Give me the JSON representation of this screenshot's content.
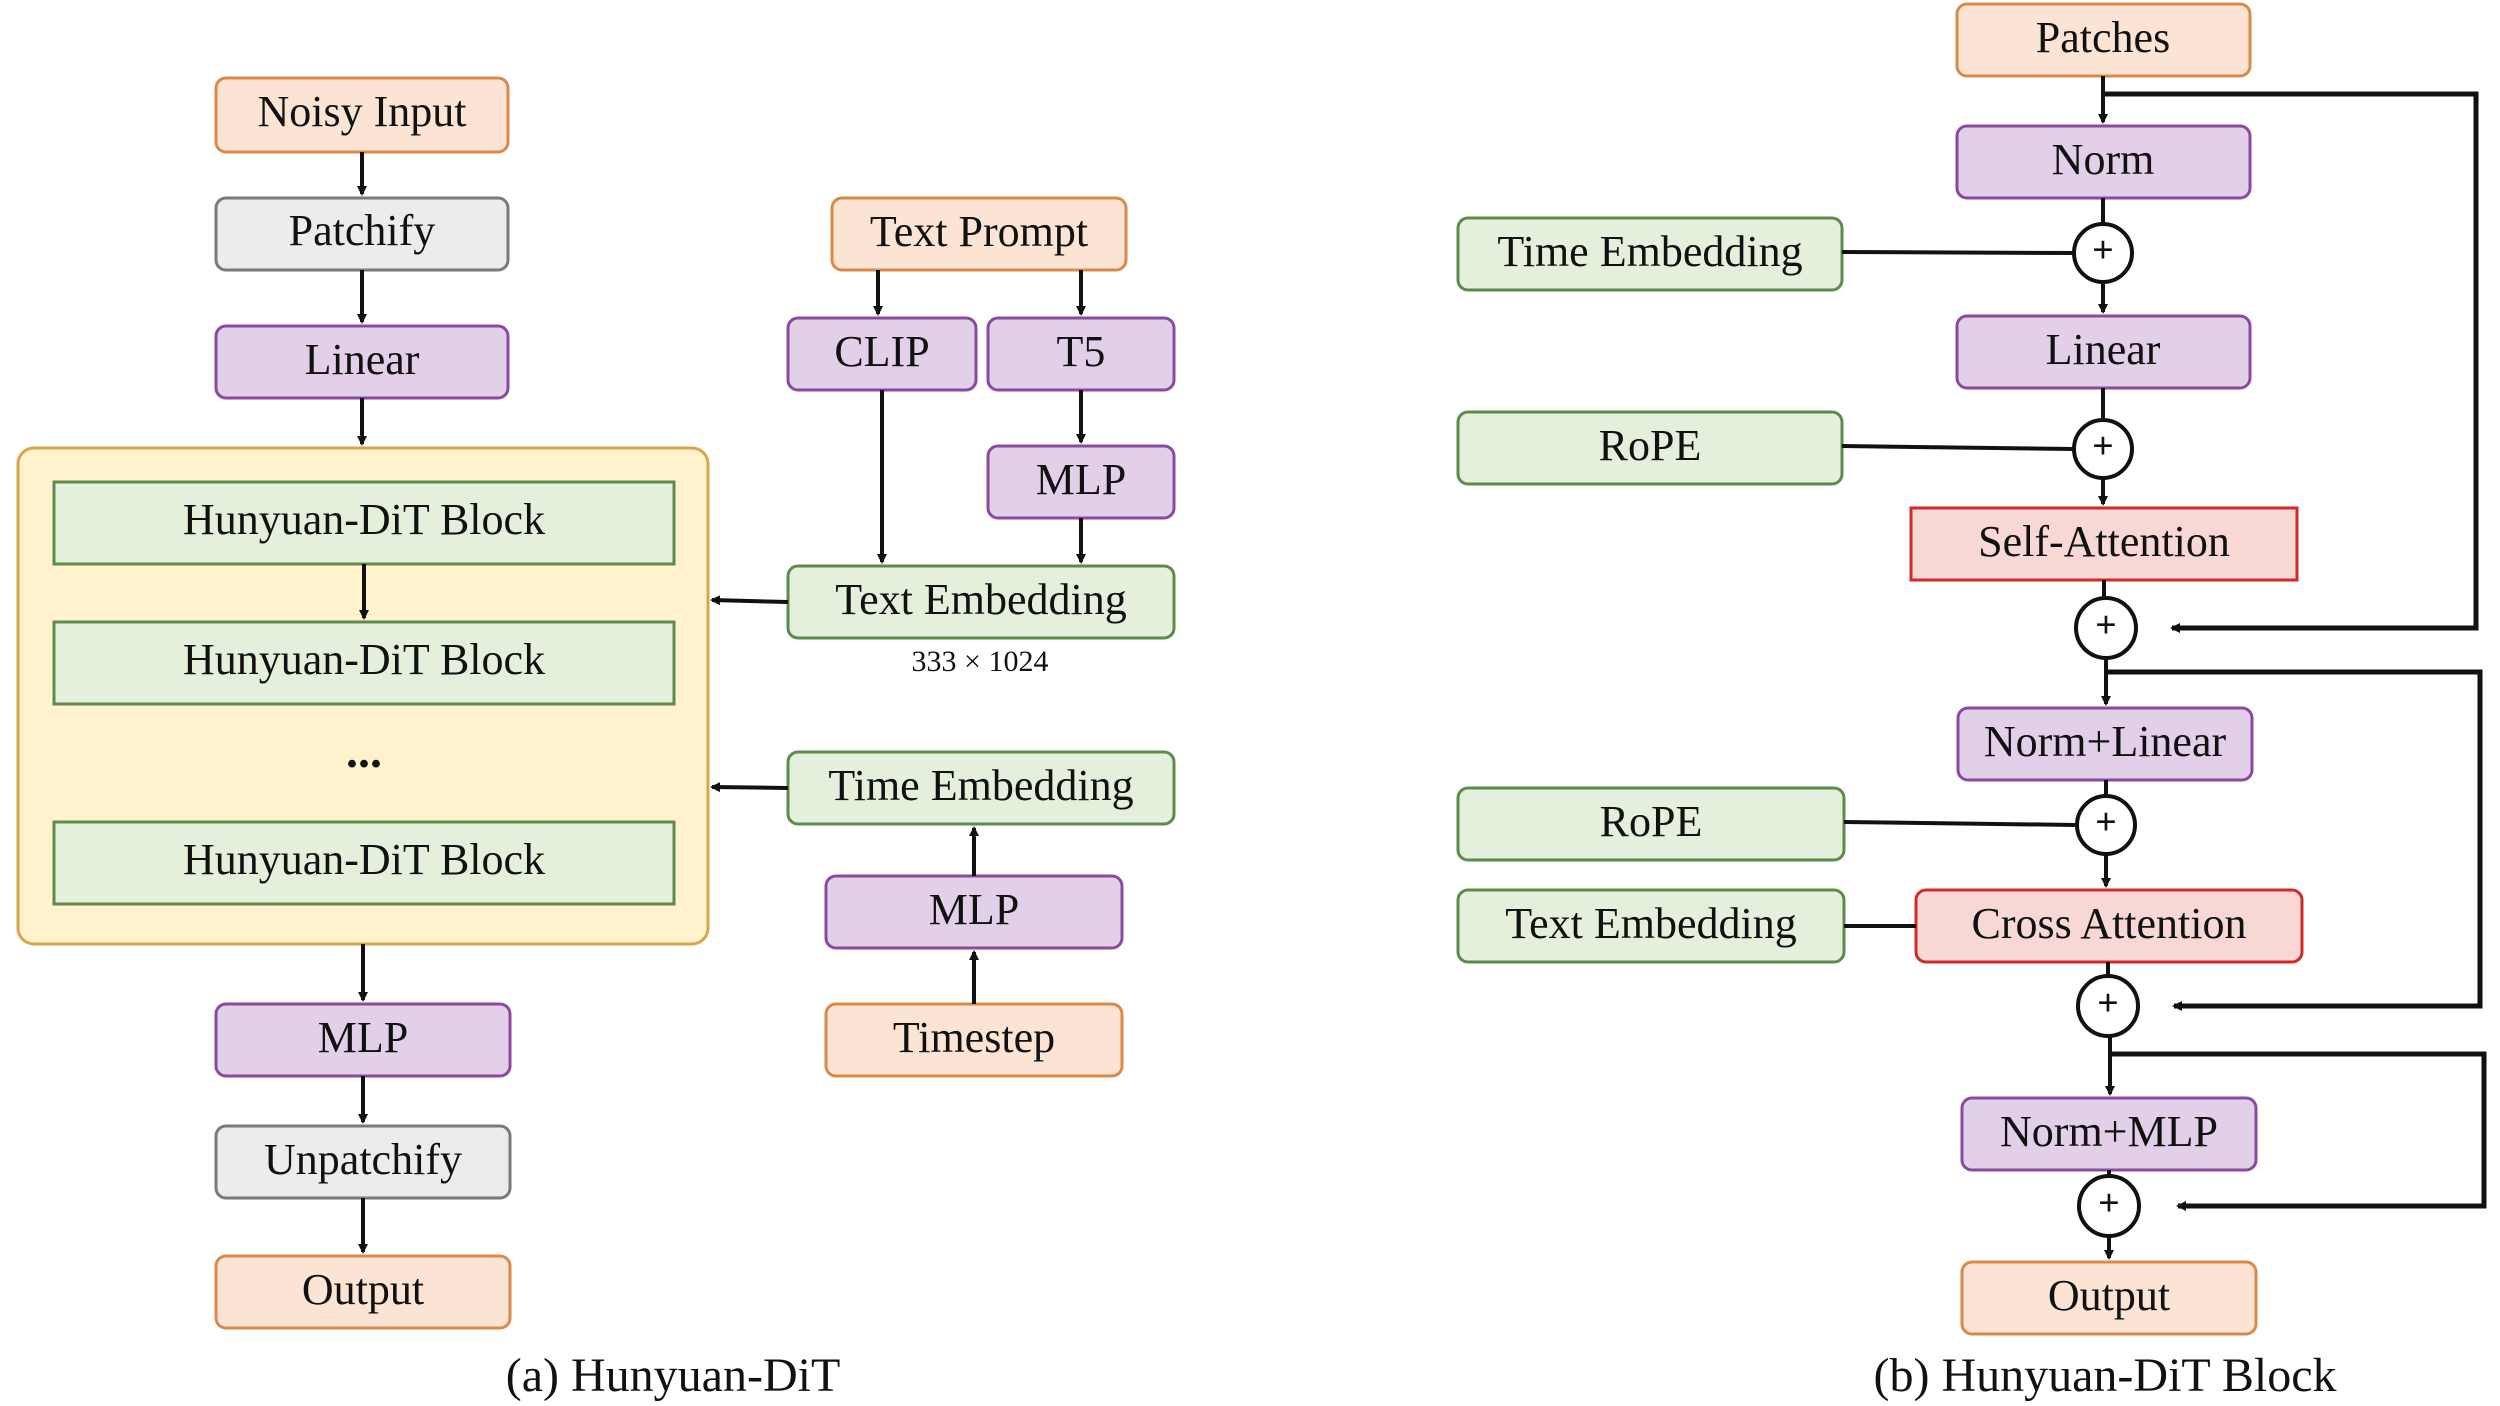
{
  "panel_a": {
    "caption": "(a) Hunyuan-DiT",
    "main": {
      "noisy_input": "Noisy Input",
      "patchify": "Patchify",
      "linear": "Linear",
      "block_1": "Hunyuan-DiT Block",
      "block_2": "Hunyuan-DiT Block",
      "ellipsis": "...",
      "block_n": "Hunyuan-DiT Block",
      "mlp": "MLP",
      "unpatchify": "Unpatchify",
      "output": "Output"
    },
    "text_branch": {
      "text_prompt": "Text Prompt",
      "clip": "CLIP",
      "t5": "T5",
      "mlp": "MLP",
      "text_embedding": "Text Embedding",
      "text_embedding_shape": "333 × 1024"
    },
    "time_branch": {
      "time_embedding": "Time Embedding",
      "mlp": "MLP",
      "timestep": "Timestep"
    }
  },
  "panel_b": {
    "caption": "(b) Hunyuan-DiT Block",
    "patches": "Patches",
    "norm": "Norm",
    "time_embedding": "Time Embedding",
    "linear": "Linear",
    "rope_1": "RoPE",
    "self_attention": "Self-Attention",
    "norm_linear": "Norm+Linear",
    "rope_2": "RoPE",
    "text_embedding": "Text Embedding",
    "cross_attention": "Cross Attention",
    "norm_mlp": "Norm+MLP",
    "output": "Output",
    "add_symbol": "+"
  },
  "colors": {
    "orange_fill": "#fbe4d3",
    "orange_stroke": "#d98a4a",
    "gray_fill": "#ececec",
    "gray_stroke": "#7a7a7a",
    "purple_fill": "#e2cfe8",
    "purple_stroke": "#8a4aa0",
    "green_fill": "#e5f0dc",
    "green_stroke": "#5f8a4c",
    "red_fill": "#f8d8d4",
    "red_stroke": "#d02a2a",
    "container_fill": "#fff2cc",
    "container_stroke": "#d9a64a",
    "arrow": "#111111"
  }
}
